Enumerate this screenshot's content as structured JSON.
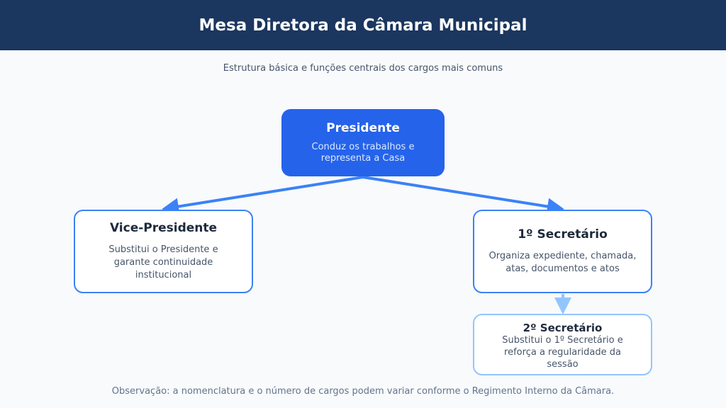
{
  "header": {
    "title": "Mesa Diretora da Câmara Municipal"
  },
  "subtitle": "Estrutura básica e funções centrais dos cargos mais comuns",
  "nodes": {
    "presidente": {
      "title": "Presidente",
      "desc": "Conduz os trabalhos e representa a Casa"
    },
    "vice": {
      "title": "Vice-Presidente",
      "desc": "Substitui o Presidente e garante continuidade institucional"
    },
    "sec1": {
      "title": "1º Secretário",
      "desc": "Organiza expediente, chamada, atas, documentos e atos"
    },
    "sec2": {
      "title": "2º Secretário",
      "desc": "Substitui o 1º Secretário e reforça a regularidade da sessão"
    }
  },
  "footer": "Observação: a nomenclatura e o número de cargos podem variar conforme o Regimento Interno da Câmara.",
  "colors": {
    "header": "#1b365f",
    "primary": "#2563eb",
    "border": "#3b82f6",
    "light_border": "#93c5fd"
  }
}
